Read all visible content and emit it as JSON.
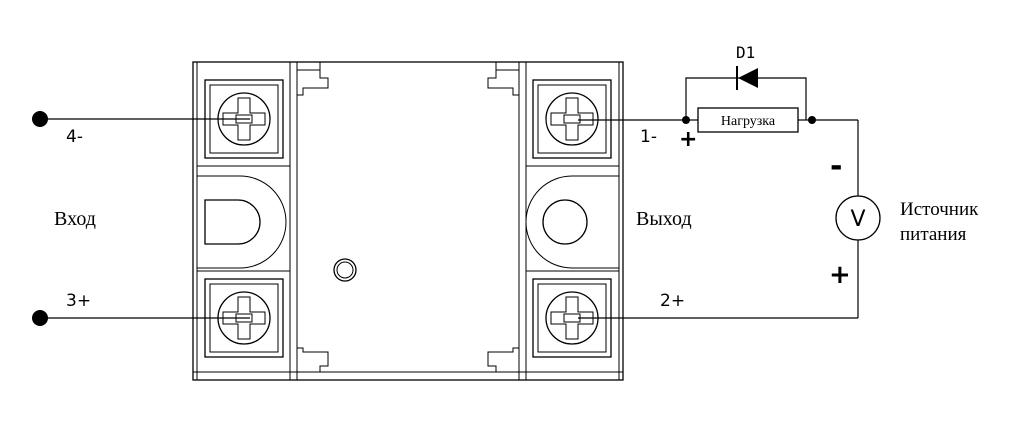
{
  "labels": {
    "input": "Вход",
    "output": "Выход",
    "source_line1": "Источник",
    "source_line2": "питания",
    "load": "Нагрузка",
    "diode": "D1",
    "voltmeter": "V",
    "terminal_4": "4-",
    "terminal_3": "3+",
    "terminal_1": "1-",
    "terminal_2": "2+",
    "polarity_out_plus": "+",
    "source_minus": "-",
    "source_plus": "+"
  }
}
